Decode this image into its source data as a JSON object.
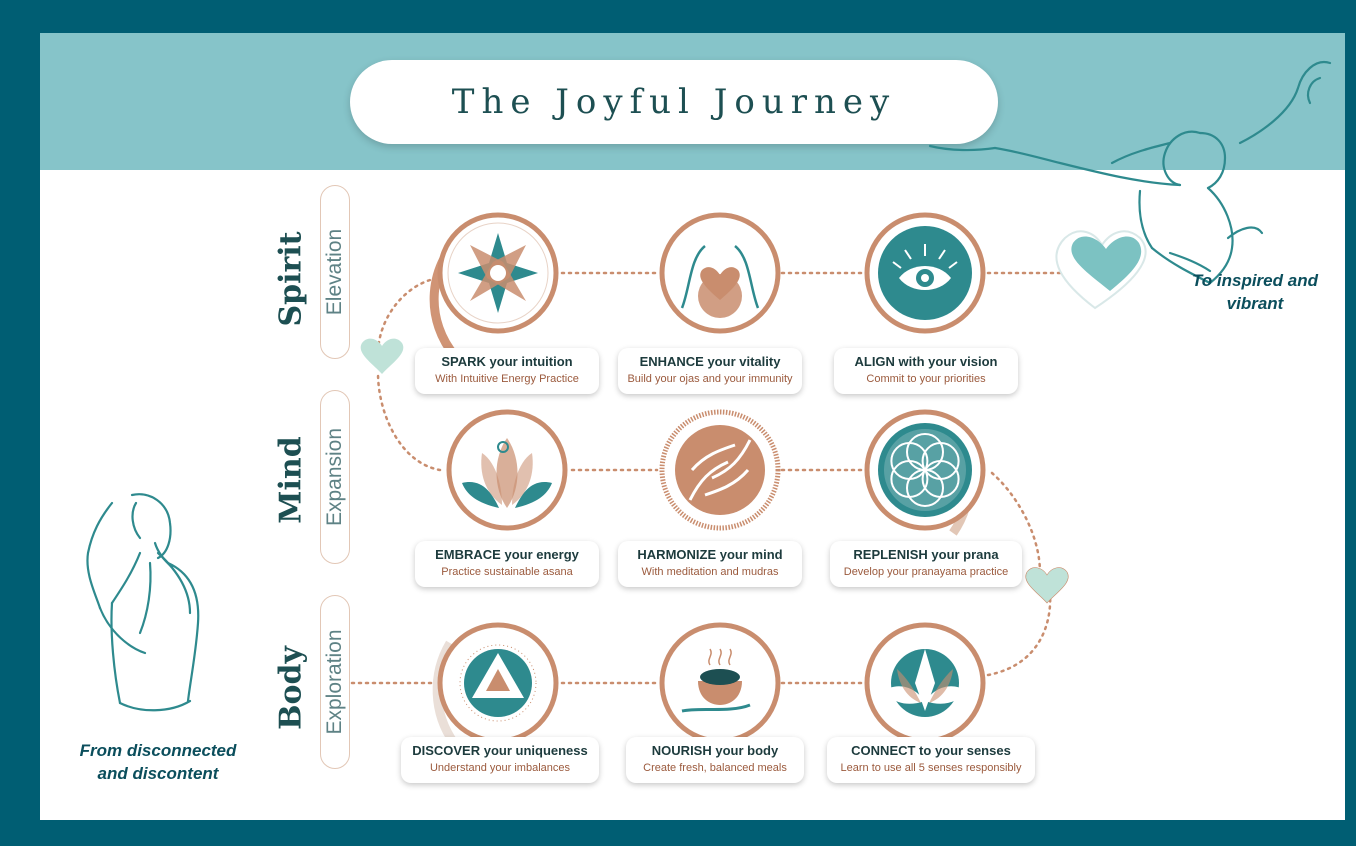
{
  "title": "The Joyful Journey",
  "colors": {
    "outer": "#005e73",
    "band": "#86c4c9",
    "teal": "#2e8a8e",
    "copper": "#c98d6e",
    "heart": "#bfe2d8"
  },
  "rows": [
    {
      "label": "Spirit",
      "sublabel": "Elevation",
      "steps": [
        {
          "title": "SPARK your intuition",
          "subtitle": "With Intuitive Energy Practice",
          "icon": "star-mandala-icon"
        },
        {
          "title": "ENHANCE your vitality",
          "subtitle": "Build your ojas and your immunity",
          "icon": "heart-hands-icon"
        },
        {
          "title": "ALIGN with your vision",
          "subtitle": "Commit to your priorities",
          "icon": "eye-icon"
        }
      ]
    },
    {
      "label": "Mind",
      "sublabel": "Expansion",
      "steps": [
        {
          "title": "EMBRACE your energy",
          "subtitle": "Practice sustainable asana",
          "icon": "yoga-lotus-icon"
        },
        {
          "title": "HARMONIZE your mind",
          "subtitle": "With meditation and mudras",
          "icon": "mudra-hands-icon"
        },
        {
          "title": "REPLENISH your prana",
          "subtitle": "Develop your pranayama practice",
          "icon": "flower-of-life-icon"
        }
      ]
    },
    {
      "label": "Body",
      "sublabel": "Exploration",
      "steps": [
        {
          "title": "DISCOVER your uniqueness",
          "subtitle": "Understand your imbalances",
          "icon": "triangle-mandala-icon"
        },
        {
          "title": "NOURISH your body",
          "subtitle": "Create fresh, balanced meals",
          "icon": "bowl-hand-icon"
        },
        {
          "title": "CONNECT to your senses",
          "subtitle": "Learn to use all 5 senses responsibly",
          "icon": "lotus-icon"
        }
      ]
    }
  ],
  "start_caption": "From disconnected and discontent",
  "end_caption": "To inspired and vibrant"
}
